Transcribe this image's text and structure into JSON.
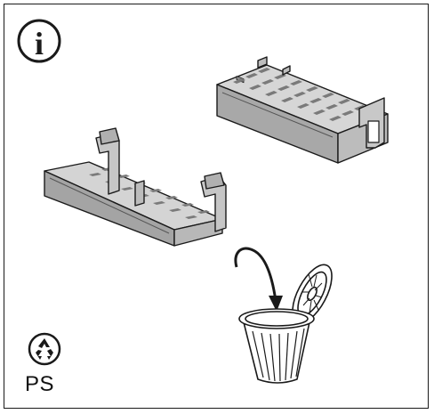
{
  "info_symbol": {
    "glyph": "i",
    "icon": "info-icon"
  },
  "recycling": {
    "code": "PS",
    "icon": "recycle-icon"
  },
  "parts": {
    "upper_part": "packaging-spacer-upper",
    "lower_part": "packaging-spacer-lower",
    "disposal": "trash-bin-icon",
    "arrow": "curved-arrow-icon"
  },
  "colors": {
    "line": "#1a1a1a",
    "part_light": "#c4c4c4",
    "part_mid": "#a8a8a8",
    "part_dark": "#8c8c8c",
    "bin": "#ffffff"
  }
}
